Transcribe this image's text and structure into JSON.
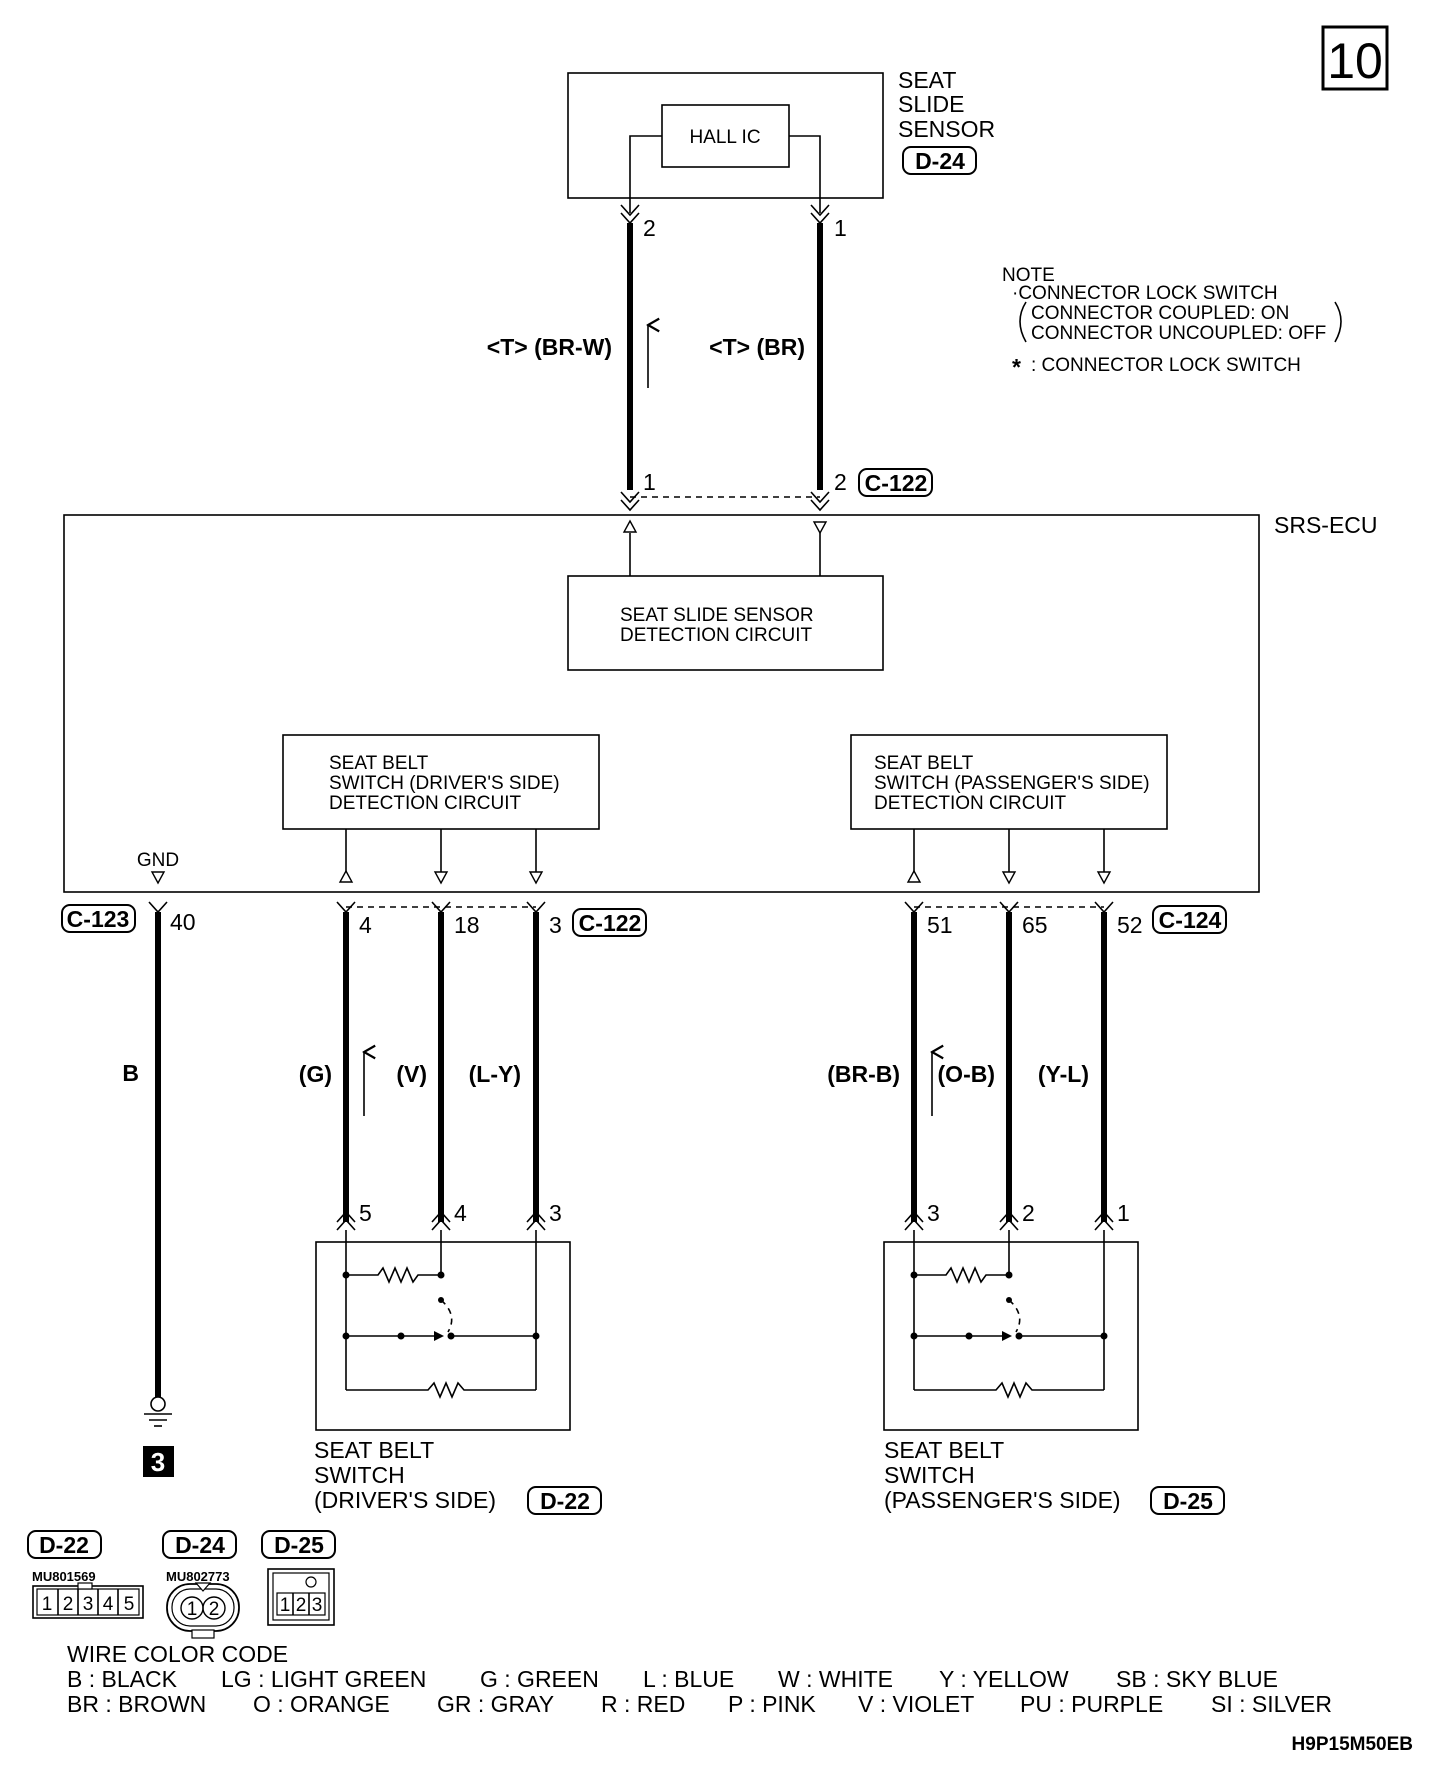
{
  "page_badge": "10",
  "sensor": {
    "title_lines": [
      "SEAT",
      "SLIDE",
      "SENSOR"
    ],
    "connector": "D-24",
    "ic_label": "HALL IC",
    "pin_left": "2",
    "pin_right": "1",
    "wire_left": "<T> (BR-W)",
    "wire_right": "<T> (BR)"
  },
  "note": {
    "heading": "NOTE",
    "line1": "·CONNECTOR LOCK SWITCH",
    "line2": "CONNECTOR COUPLED: ON",
    "line3": "CONNECTOR UNCOUPLED: OFF",
    "star_line": ": CONNECTOR LOCK SWITCH",
    "star": "*"
  },
  "ecu": {
    "label": "SRS-ECU",
    "top_connector": "C-122",
    "top_pin_left": "1",
    "top_pin_right": "2",
    "slide_circuit": [
      "SEAT SLIDE SENSOR",
      "DETECTION CIRCUIT"
    ],
    "driver_circuit": [
      "SEAT BELT",
      "SWITCH (DRIVER'S SIDE)",
      "DETECTION CIRCUIT"
    ],
    "passenger_circuit": [
      "SEAT BELT",
      "SWITCH (PASSENGER'S SIDE)",
      "DETECTION CIRCUIT"
    ],
    "gnd_label": "GND"
  },
  "ground": {
    "connector": "C-123",
    "pin": "40",
    "wire": "B",
    "badge": "3"
  },
  "driver": {
    "connector_ecu": "C-122",
    "ecu_pins": [
      "4",
      "18",
      "3"
    ],
    "wires": [
      "(G)",
      "(V)",
      "(L-Y)"
    ],
    "switch_pins": [
      "5",
      "4",
      "3"
    ],
    "title_lines": [
      "SEAT BELT",
      "SWITCH",
      "(DRIVER'S SIDE)"
    ],
    "connector": "D-22"
  },
  "passenger": {
    "connector_ecu": "C-124",
    "ecu_pins": [
      "51",
      "65",
      "52"
    ],
    "wires": [
      "(BR-B)",
      "(O-B)",
      "(Y-L)"
    ],
    "switch_pins": [
      "3",
      "2",
      "1"
    ],
    "title_lines": [
      "SEAT BELT",
      "SWITCH",
      "(PASSENGER'S SIDE)"
    ],
    "connector": "D-25"
  },
  "connector_views": [
    {
      "id": "D-22",
      "part": "MU801569",
      "pins": [
        "1",
        "2",
        "3",
        "4",
        "5"
      ]
    },
    {
      "id": "D-24",
      "part": "MU802773",
      "pins": [
        "1",
        "2"
      ]
    },
    {
      "id": "D-25",
      "part": "",
      "pins": [
        "1",
        "2",
        "3"
      ]
    }
  ],
  "wire_color_code": {
    "title": "WIRE COLOR CODE",
    "row1": [
      "B : BLACK",
      "LG : LIGHT GREEN",
      "G : GREEN",
      "L : BLUE",
      "W : WHITE",
      "Y : YELLOW",
      "SB : SKY BLUE"
    ],
    "row2": [
      "BR : BROWN",
      "O : ORANGE",
      "GR : GRAY",
      "R : RED",
      "P : PINK",
      "V : VIOLET",
      "PU : PURPLE",
      "SI : SILVER"
    ]
  },
  "figure_code": "H9P15M50EB"
}
